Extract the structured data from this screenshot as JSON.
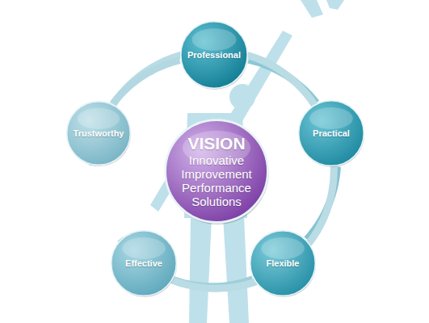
{
  "diagram": {
    "nodes": [
      {
        "text": [
          "Professional"
        ]
      },
      {
        "text": [
          "Trustworthy"
        ]
      },
      {
        "text": [
          "Practical"
        ]
      },
      {
        "text": [
          "VISION",
          "Innovative Improvement Performance Solutions"
        ]
      },
      {
        "text": [
          "Effective"
        ]
      },
      {
        "text": [
          "Flexible"
        ]
      }
    ],
    "edges": [
      {
        "from": 0,
        "to": 2,
        "arrow": "none"
      },
      {
        "from": 2,
        "to": 5,
        "arrow": "none"
      },
      {
        "from": 5,
        "to": 4,
        "arrow": "none"
      },
      {
        "from": 4,
        "to": 1,
        "arrow": "none"
      },
      {
        "from": 1,
        "to": 0,
        "arrow": "none"
      }
    ]
  }
}
